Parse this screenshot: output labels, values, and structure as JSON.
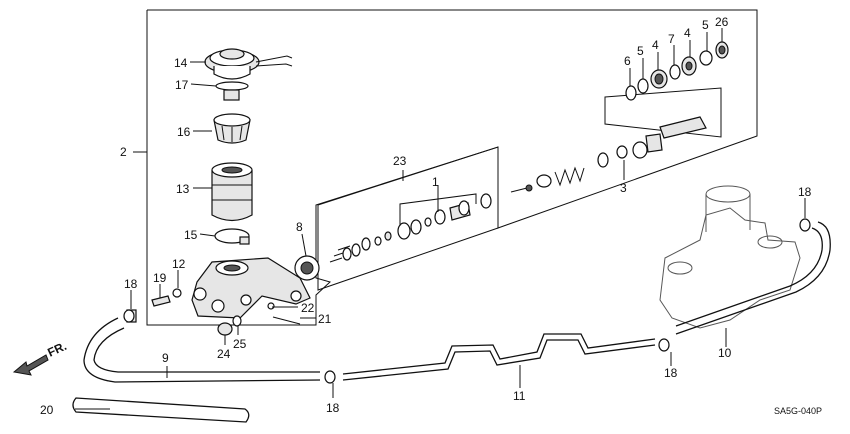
{
  "callouts": {
    "c1": "1",
    "c2": "2",
    "c3": "3",
    "c4a": "4",
    "c4b": "4",
    "c5a": "5",
    "c5b": "5",
    "c6": "6",
    "c7": "7",
    "c8": "8",
    "c9": "9",
    "c10": "10",
    "c11": "11",
    "c12": "12",
    "c13": "13",
    "c14": "14",
    "c15": "15",
    "c16": "16",
    "c17": "17",
    "c18a": "18",
    "c18b": "18",
    "c18c": "18",
    "c18d": "18",
    "c19": "19",
    "c20": "20",
    "c21": "21",
    "c22": "22",
    "c23": "23",
    "c24": "24",
    "c25": "25",
    "c26": "26"
  },
  "direction_label": "FR.",
  "diagram_code": "SA5G-040P"
}
